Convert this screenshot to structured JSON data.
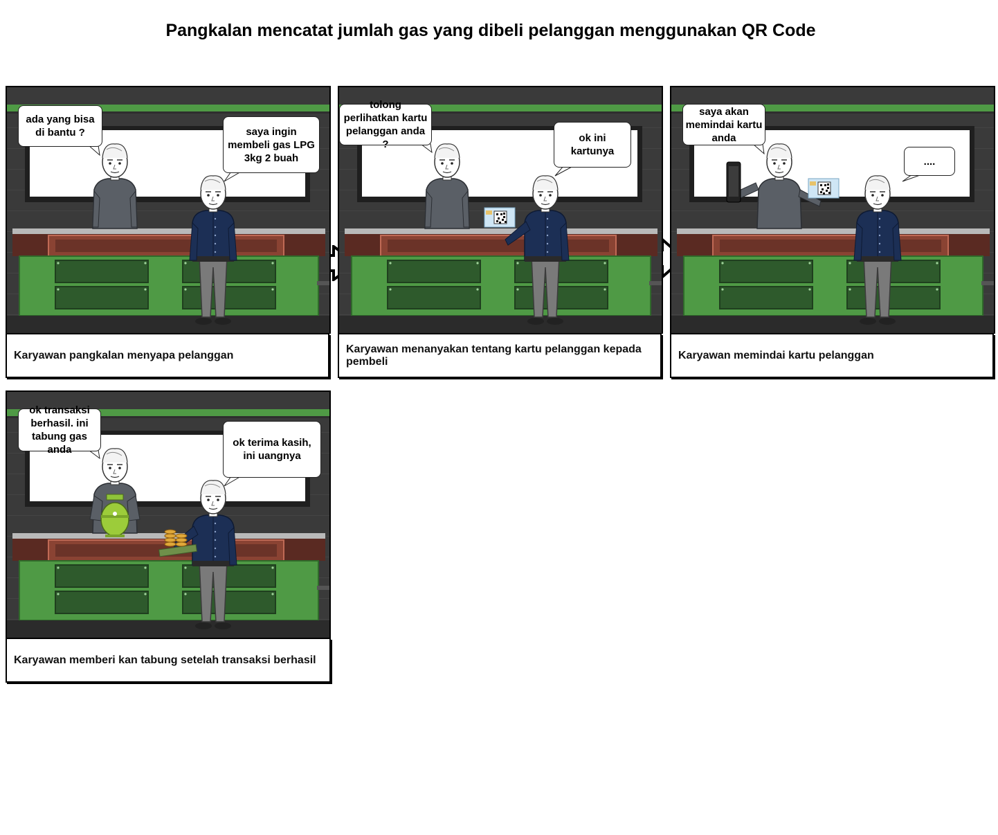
{
  "title": "Pangkalan mencatat jumlah gas yang dibeli pelanggan menggunakan QR Code",
  "panels": [
    {
      "bubble_employee": "ada yang bisa di bantu ?",
      "bubble_customer": "saya ingin membeli gas LPG 3kg 2 buah",
      "caption": "Karyawan pangkalan menyapa pelanggan"
    },
    {
      "bubble_employee": "tolong perlihatkan kartu pelanggan anda ?",
      "bubble_customer": "ok ini kartunya",
      "caption": "Karyawan menanyakan tentang kartu pelanggan kepada pembeli"
    },
    {
      "bubble_employee": "saya akan memindai kartu anda",
      "bubble_customer": "....",
      "caption": "Karyawan memindai kartu pelanggan"
    },
    {
      "bubble_employee": "ok transaksi berhasil. ini tabung gas anda",
      "bubble_customer": "ok terima kasih, ini uangnya",
      "caption": "Karyawan memberi kan tabung setelah transaksi berhasil"
    }
  ],
  "colors": {
    "wall": "#3a3a3a",
    "counter_green": "#4f9a45",
    "counter_brown": "#6b3328",
    "employee_shirt": "#5a5f66",
    "customer_shirt": "#1c2f55"
  },
  "icons": [
    "right-arrow-icon",
    "phone-icon",
    "qr-card-icon",
    "gas-cylinder-icon",
    "coins-icon"
  ]
}
